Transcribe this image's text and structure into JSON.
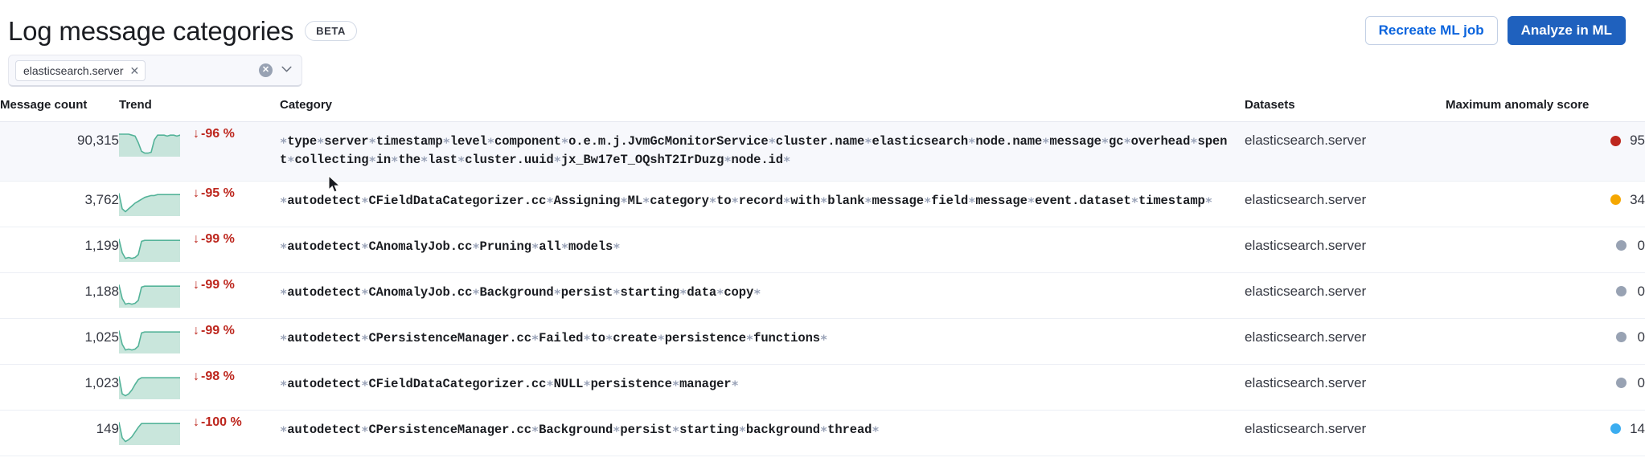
{
  "header": {
    "title": "Log message categories",
    "badge": "BETA",
    "recreate_button": "Recreate ML job",
    "analyze_button": "Analyze in ML"
  },
  "filter": {
    "selected_pills": [
      "elasticsearch.server"
    ],
    "pill_remove_icon": "cross-icon",
    "clear_icon": "clear-all-icon",
    "clear_glyph": "✕",
    "expand_icon": "chevron-down-icon"
  },
  "table": {
    "columns": [
      "Message count",
      "Trend",
      "Category",
      "Datasets",
      "Maximum anomaly score"
    ],
    "rows": [
      {
        "count": "90,315",
        "delta": "-96 %",
        "delta_arrow": "↓",
        "category": "∗type∗server∗timestamp∗level∗component∗o.e.m.j.JvmGcMonitorService∗cluster.name∗elasticsearch∗node.name∗message∗gc∗overhead∗spent∗collecting∗in∗the∗last∗cluster.uuid∗jx_Bw17eT_OQshT2IrDuzg∗node.id∗",
        "dataset": "elasticsearch.server",
        "score": "95",
        "score_color": "#bd271e",
        "highlighted": true,
        "sparkline": [
          22,
          22,
          22,
          22,
          21,
          20,
          13,
          4,
          2,
          2,
          3,
          16,
          21,
          21,
          21,
          20,
          21,
          21,
          20,
          21
        ]
      },
      {
        "count": "3,762",
        "delta": "-95 %",
        "delta_arrow": "↓",
        "category": "∗autodetect∗CFieldDataCategorizer.cc∗Assigning∗ML∗category∗to∗record∗with∗blank∗message∗field∗message∗event.dataset∗timestamp∗",
        "dataset": "elasticsearch.server",
        "score": "34",
        "score_color": "#f5a700",
        "highlighted": false,
        "sparkline": [
          22,
          6,
          3,
          6,
          9,
          12,
          14,
          16,
          18,
          19,
          20,
          20,
          21,
          21,
          21,
          21,
          21,
          21,
          21,
          21
        ]
      },
      {
        "count": "1,199",
        "delta": "-99 %",
        "delta_arrow": "↓",
        "category": "∗autodetect∗CAnomalyJob.cc∗Pruning∗all∗models∗",
        "dataset": "elasticsearch.server",
        "score": "0",
        "score_color": "#98a2b3",
        "highlighted": false,
        "sparkline": [
          22,
          8,
          2,
          3,
          2,
          3,
          6,
          20,
          21,
          21,
          21,
          21,
          21,
          21,
          21,
          21,
          21,
          21,
          21,
          21
        ]
      },
      {
        "count": "1,188",
        "delta": "-99 %",
        "delta_arrow": "↓",
        "category": "∗autodetect∗CAnomalyJob.cc∗Background∗persist∗starting∗data∗copy∗",
        "dataset": "elasticsearch.server",
        "score": "0",
        "score_color": "#98a2b3",
        "highlighted": false,
        "sparkline": [
          22,
          8,
          2,
          3,
          2,
          3,
          6,
          20,
          21,
          21,
          21,
          21,
          21,
          21,
          21,
          21,
          21,
          21,
          21,
          21
        ]
      },
      {
        "count": "1,025",
        "delta": "-99 %",
        "delta_arrow": "↓",
        "category": "∗autodetect∗CPersistenceManager.cc∗Failed∗to∗create∗persistence∗functions∗",
        "dataset": "elasticsearch.server",
        "score": "0",
        "score_color": "#98a2b3",
        "highlighted": false,
        "sparkline": [
          22,
          8,
          2,
          3,
          2,
          3,
          6,
          20,
          21,
          21,
          21,
          21,
          21,
          21,
          21,
          21,
          21,
          21,
          21,
          21
        ]
      },
      {
        "count": "1,023",
        "delta": "-98 %",
        "delta_arrow": "↓",
        "category": "∗autodetect∗CFieldDataCategorizer.cc∗NULL∗persistence∗manager∗",
        "dataset": "elasticsearch.server",
        "score": "0",
        "score_color": "#98a2b3",
        "highlighted": false,
        "sparkline": [
          22,
          4,
          2,
          4,
          8,
          14,
          19,
          21,
          21,
          21,
          21,
          21,
          21,
          21,
          21,
          21,
          21,
          21,
          21,
          21
        ]
      },
      {
        "count": "149",
        "delta": "-100 %",
        "delta_arrow": "↓",
        "category": "∗autodetect∗CPersistenceManager.cc∗Background∗persist∗starting∗background∗thread∗",
        "dataset": "elasticsearch.server",
        "score": "14",
        "score_color": "#3badf0",
        "highlighted": false,
        "sparkline": [
          22,
          6,
          2,
          4,
          7,
          12,
          17,
          21,
          21,
          21,
          21,
          21,
          21,
          21,
          21,
          21,
          21,
          21,
          21,
          21
        ]
      }
    ]
  },
  "colors": {
    "primary": "#1f61be",
    "link": "#0b64dd",
    "danger": "#bd271e",
    "spark_line": "#54b399",
    "spark_fill": "#b7ded0"
  },
  "cursor": {
    "icon": "mouse-pointer-icon"
  }
}
